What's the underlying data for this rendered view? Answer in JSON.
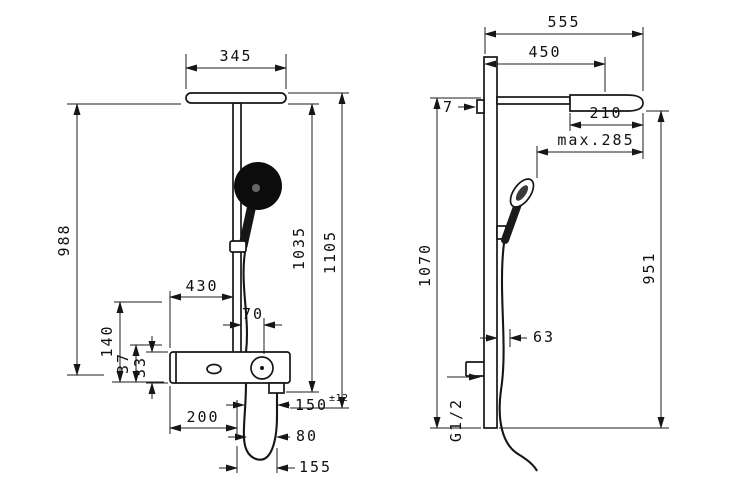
{
  "front_view": {
    "dim_345": "345",
    "dim_988": "988",
    "dim_140": "140",
    "dim_37": "37",
    "dim_33": "33",
    "dim_430": "430",
    "dim_70": "70",
    "dim_1035": "1035",
    "dim_1105": "1105",
    "dim_150": "150",
    "dim_150_tolerance": "±12",
    "dim_200": "200",
    "dim_80": "80",
    "dim_155": "155"
  },
  "side_view": {
    "dim_555": "555",
    "dim_450": "450",
    "dim_7": "7",
    "dim_210": "210",
    "dim_max_285": "max.285",
    "dim_1070": "1070",
    "dim_951": "951",
    "dim_63": "63",
    "thread_label": "G1/2"
  }
}
